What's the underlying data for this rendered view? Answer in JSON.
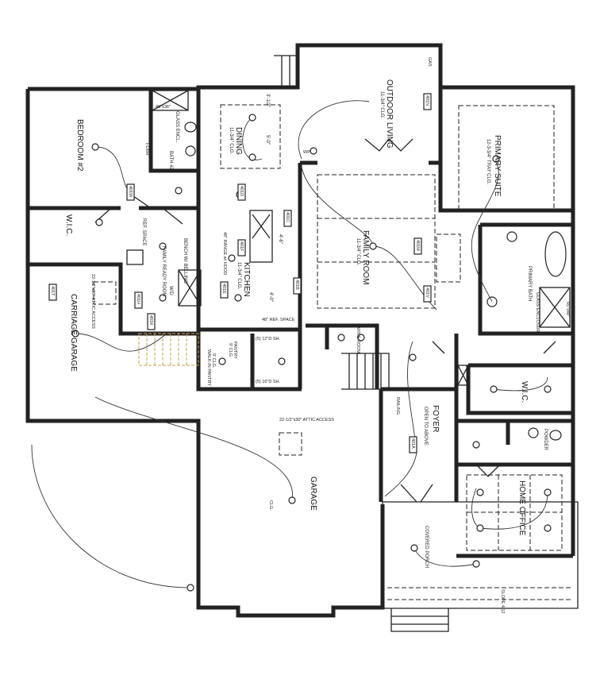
{
  "rooms": {
    "bedroom2": {
      "name": "BEDROOM #2"
    },
    "bath2": {
      "name": "BATH #2",
      "glass": "GLASS ENCL.",
      "shower": "48\"x36\""
    },
    "wic_left": {
      "name": "W.I.C."
    },
    "family_ready": {
      "name": "FAMILY READY ROOM",
      "bench": "BENCH W/ BELLING",
      "washer": "W/D",
      "ref": "REF. SPACE"
    },
    "carriage_garage": {
      "name": "CARRIAGE GARAGE",
      "attic": "22-1/2\"x30\" ATTIC ACCESS"
    },
    "dining": {
      "name": "DINING",
      "clg": "11-3/4\" CLG."
    },
    "kitchen": {
      "name": "KITCHEN",
      "clg": "11-3/4\" CLG.",
      "range": "48\" RANGE w/ HOOD",
      "ref": "48\" REF. SPACE"
    },
    "outdoor_living": {
      "name": "OUTDOOR LIVING",
      "clg": "11-3/4\" CLG."
    },
    "family_room": {
      "name": "FAMILY ROOM",
      "clg": "11-3/4\" CLG."
    },
    "primary_suite": {
      "name": "PRIMARY SUITE",
      "clg": "12-3-3/4\" TRAY CLG."
    },
    "primary_bath": {
      "name": "PRIMARY BATH",
      "glass": "GLASS ENCLOSURE",
      "shower": "65\"x48\""
    },
    "wic_right": {
      "name": "W.I.C."
    },
    "walkin_pantry": {
      "name": "WALK-IN PANTRY",
      "clg": "9' CLG."
    },
    "pantry": {
      "name": "PANTRY",
      "clg": "9' CLG.",
      "shelf1": "(5) 12\"D SH.",
      "shelf2": "(5) 16\"D SH."
    },
    "wine_room": {
      "name": "WINE ROOM"
    },
    "foyer": {
      "name": "FOYER",
      "sub": "OPEN TO ABOVE",
      "railing": "RAILING"
    },
    "garage": {
      "name": "GARAGE",
      "attic": "22-1/2\"x30\" ATTIC ACCESS",
      "clg": "CLG."
    },
    "powder": {
      "name": "POWDER"
    },
    "home_office": {
      "name": "HOME OFFICE"
    },
    "covered_porch": {
      "name": "COVERED PORCH",
      "slope": "SLOPE 4:12"
    }
  },
  "tags": {
    "t401a": "401A",
    "t401b": "401B",
    "t401c": "401C",
    "t401d": "401D",
    "t401e": "401E",
    "t401f": "401F",
    "t401h": "401H",
    "t401k": "401K",
    "t401m": "401M",
    "t401t": "401T",
    "t401w": "401W",
    "t401v": "401V",
    "t401n": "401N",
    "wp": "WP",
    "flr": "FL/BR",
    "gas": "GAS"
  },
  "dims": {
    "dining_a": "3'-1/2\"",
    "dining_b": "5'-0\"",
    "kitchen_a": "4'-6\"",
    "kitchen_b": "4'-0\""
  }
}
